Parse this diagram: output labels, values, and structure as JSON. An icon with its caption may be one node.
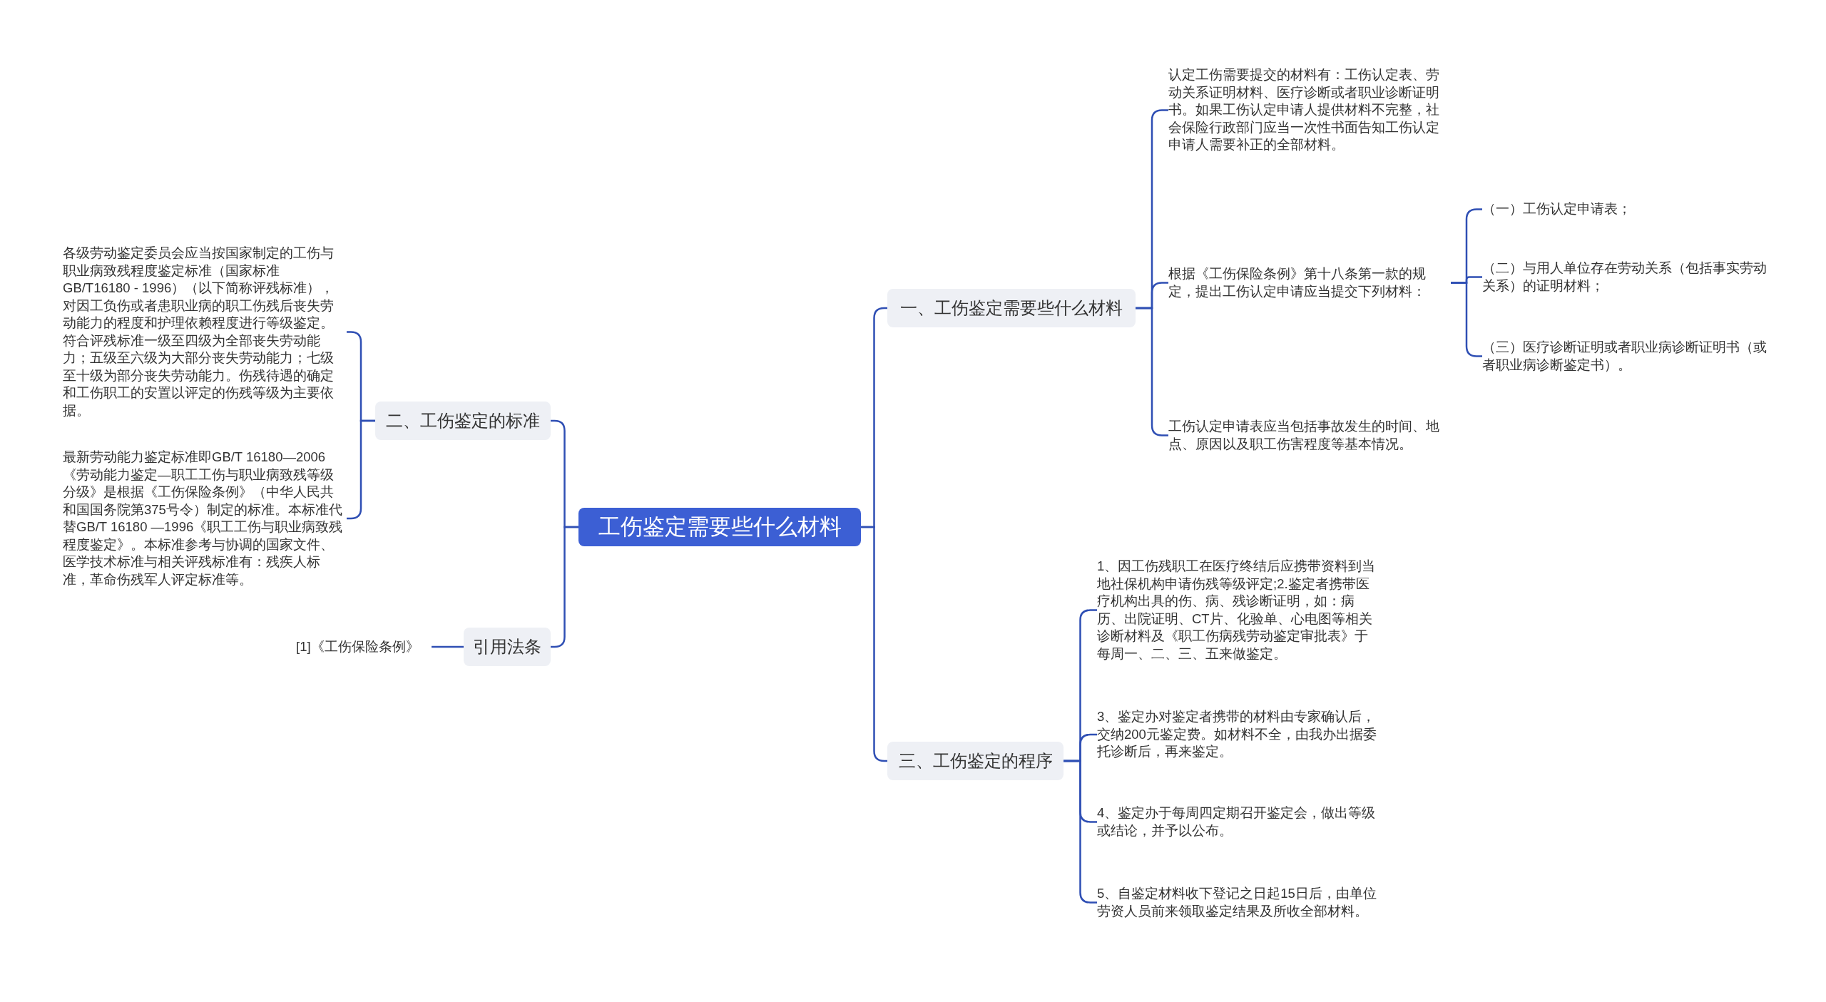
{
  "diagram": {
    "nodes": [
      {
        "text": [
          "工伤鉴定需要些什么材料"
        ]
      },
      {
        "text": [
          "一、工伤鉴定需要些什么材料"
        ]
      },
      {
        "text": [
          "认定工伤需要提交的材料有：工伤认定表、劳动关系证明材料、医疗诊断或者职业诊断证明书。如果工伤认定申请人提供材料不完整，社会保险行政部门应当一次性书面告知工伤认定申请人需要补正的全部材料。"
        ]
      },
      {
        "text": [
          "根据《工伤保险条例》第十八条第一款的规定，提出工伤认定申请应当提交下列材料："
        ]
      },
      {
        "text": [
          "（一）工伤认定申请表；"
        ]
      },
      {
        "text": [
          "（二）与用人单位存在劳动关系（包括事实劳动关系）的证明材料；"
        ]
      },
      {
        "text": [
          "（三）医疗诊断证明或者职业病诊断证明书（或者职业病诊断鉴定书）。"
        ]
      },
      {
        "text": [
          "工伤认定申请表应当包括事故发生的时间、地点、原因以及职工伤害程度等基本情况。"
        ]
      },
      {
        "text": [
          "三、工伤鉴定的程序"
        ]
      },
      {
        "text": [
          "1、因工伤残职工在医疗终结后应携带资料到当地社保机构申请伤残等级评定;2.鉴定者携带医疗机构出具的伤、病、残诊断证明，如：病历、出院证明、CT片、化验单、心电图等相关诊断材料及《职工伤病残劳动鉴定审批表》于每周一、二、三、五来做鉴定。"
        ]
      },
      {
        "text": [
          "3、鉴定办对鉴定者携带的材料由专家确认后，交纳200元鉴定费。如材料不全，由我办出据委托诊断后，再来鉴定。"
        ]
      },
      {
        "text": [
          "4、鉴定办于每周四定期召开鉴定会，做出等级或结论，并予以公布。"
        ]
      },
      {
        "text": [
          "5、自鉴定材料收下登记之日起15日后，由单位劳资人员前来领取鉴定结果及所收全部材料。"
        ]
      },
      {
        "text": [
          "二、工伤鉴定的标准"
        ]
      },
      {
        "text": [
          "各级劳动鉴定委员会应当按国家制定的工伤与职业病致残程度鉴定标准（国家标准GB/T16180 - 1996）（以下简称评残标准），对因工负伤或者患职业病的职工伤残后丧失劳动能力的程度和护理依赖程度进行等级鉴定。符合评残标准一级至四级为全部丧失劳动能力；五级至六级为大部分丧失劳动能力；七级至十级为部分丧失劳动能力。伤残待遇的确定和工伤职工的安置以评定的伤残等级为主要依据。"
        ]
      },
      {
        "text": [
          "最新劳动能力鉴定标准即GB/T 16180—2006《劳动能力鉴定—职工工伤与职业病致残等级分级》是根据《工伤保险条例》（中华人民共和国国务院第375号令）制定的标准。本标准代替GB/T 16180 —1996《职工工伤与职业病致残程度鉴定》。本标准参考与协调的国家文件、医学技术标准与相关评残标准有：残疾人标准，革命伤残军人评定标准等。"
        ]
      },
      {
        "text": [
          "引用法条"
        ]
      },
      {
        "text": [
          "[1]《工伤保险条例》"
        ]
      }
    ],
    "edges": [
      {
        "from": 0,
        "to": 1,
        "arrow": "none"
      },
      {
        "from": 1,
        "to": 2,
        "arrow": "none"
      },
      {
        "from": 1,
        "to": 3,
        "arrow": "none"
      },
      {
        "from": 3,
        "to": 4,
        "arrow": "none"
      },
      {
        "from": 3,
        "to": 5,
        "arrow": "none"
      },
      {
        "from": 3,
        "to": 6,
        "arrow": "none"
      },
      {
        "from": 1,
        "to": 7,
        "arrow": "none"
      },
      {
        "from": 0,
        "to": 8,
        "arrow": "none"
      },
      {
        "from": 8,
        "to": 9,
        "arrow": "none"
      },
      {
        "from": 8,
        "to": 10,
        "arrow": "none"
      },
      {
        "from": 8,
        "to": 11,
        "arrow": "none"
      },
      {
        "from": 8,
        "to": 12,
        "arrow": "none"
      },
      {
        "from": 0,
        "to": 13,
        "arrow": "none"
      },
      {
        "from": 13,
        "to": 14,
        "arrow": "none"
      },
      {
        "from": 13,
        "to": 15,
        "arrow": "none"
      },
      {
        "from": 0,
        "to": 16,
        "arrow": "none"
      },
      {
        "from": 16,
        "to": 17,
        "arrow": "none"
      }
    ]
  }
}
